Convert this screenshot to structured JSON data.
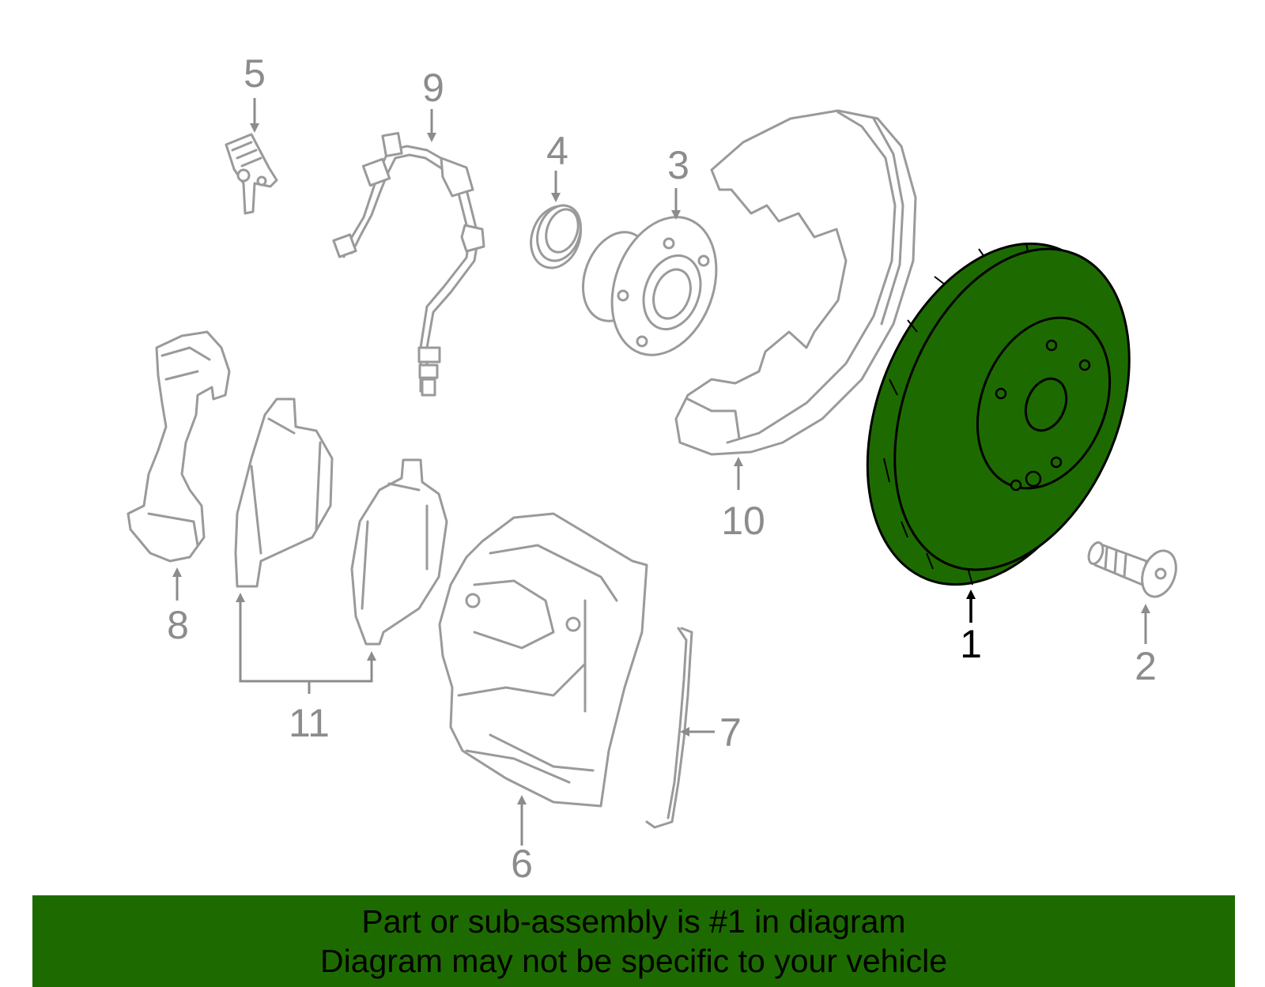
{
  "diagram": {
    "highlight_color": "#1d6b00",
    "highlighted_part": "1",
    "callouts": [
      {
        "id": "1",
        "label": "1",
        "highlighted": true
      },
      {
        "id": "2",
        "label": "2",
        "highlighted": false
      },
      {
        "id": "3",
        "label": "3",
        "highlighted": false
      },
      {
        "id": "4",
        "label": "4",
        "highlighted": false
      },
      {
        "id": "5",
        "label": "5",
        "highlighted": false
      },
      {
        "id": "6",
        "label": "6",
        "highlighted": false
      },
      {
        "id": "7",
        "label": "7",
        "highlighted": false
      },
      {
        "id": "8",
        "label": "8",
        "highlighted": false
      },
      {
        "id": "9",
        "label": "9",
        "highlighted": false
      },
      {
        "id": "10",
        "label": "10",
        "highlighted": false
      },
      {
        "id": "11",
        "label": "11",
        "highlighted": false
      }
    ]
  },
  "banner": {
    "line1": "Part or sub-assembly is #1 in diagram",
    "line2": "Diagram may not be specific to your vehicle",
    "background": "#1d6b00"
  }
}
